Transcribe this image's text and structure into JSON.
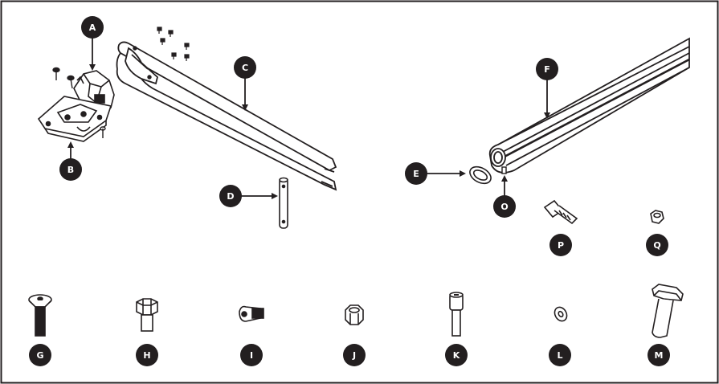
{
  "labels": {
    "A": "A",
    "B": "B",
    "C": "C",
    "D": "D",
    "E": "E",
    "F": "F",
    "O": "O",
    "P": "P",
    "Q": "Q",
    "G": "G",
    "H": "H",
    "I": "I",
    "J": "J",
    "K": "K",
    "L": "L",
    "M": "M"
  },
  "colors": {
    "ink": "#231f20",
    "part_fill": "#ffffff",
    "callout_fill": "#231f20",
    "callout_text": "#ffffff",
    "border": "#231f20"
  }
}
